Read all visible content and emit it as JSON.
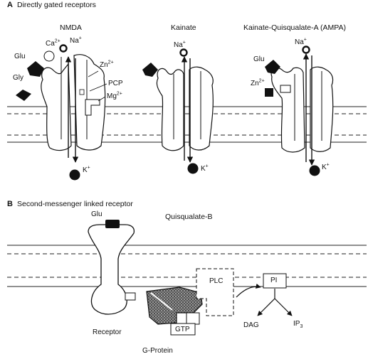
{
  "panel_a": {
    "letter": "A",
    "title": "Directly gated receptors",
    "nmda": {
      "title": "NMDA",
      "glu": "Glu",
      "gly": "Gly",
      "ca": "Ca",
      "ca_charge": "2+",
      "na": "Na",
      "na_charge": "+",
      "zn": "Zn",
      "zn_charge": "2+",
      "pcp": "PCP",
      "mg": "Mg",
      "mg_charge": "2+",
      "k": "K",
      "k_charge": "+"
    },
    "kainate": {
      "title": "Kainate",
      "na": "Na",
      "na_charge": "+",
      "k": "K",
      "k_charge": "+"
    },
    "ampa": {
      "title": "Kainate-Quisqualate-A (AMPA)",
      "glu": "Glu",
      "zn": "Zn",
      "zn_charge": "2+",
      "na": "Na",
      "na_charge": "+",
      "k": "K",
      "k_charge": "+"
    }
  },
  "panel_b": {
    "letter": "B",
    "title": "Second-messenger linked receptor",
    "subtitle": "Quisqualate-B",
    "glu": "Glu",
    "receptor": "Receptor",
    "g_protein": "G-Protein",
    "gtp": "GTP",
    "plc": "PLC",
    "pi": "PI",
    "dag": "DAG",
    "ip": "IP",
    "ip_sub": "3"
  }
}
